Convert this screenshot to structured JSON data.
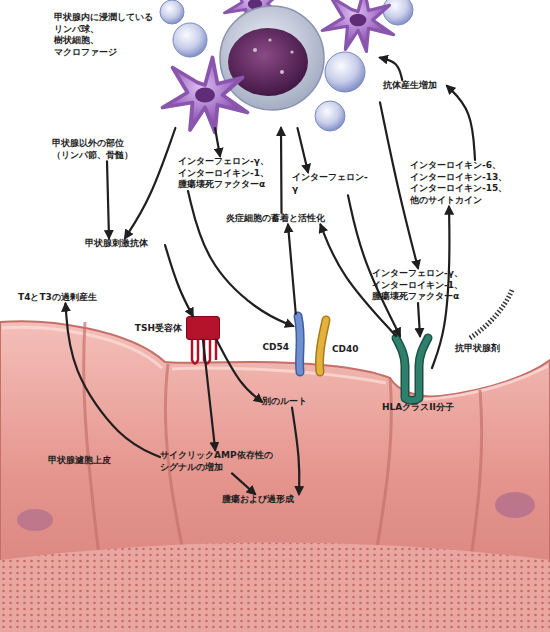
{
  "diagram": {
    "nodes": [
      {
        "text": [
          "甲状腺内に浸潤している リンパ球、 樹状細胞、 マクロファージ"
        ]
      },
      {
        "text": [
          "抗体産生増加"
        ]
      },
      {
        "text": [
          "甲状腺以外の部位 （リンパ節、骨髄）"
        ]
      },
      {
        "text": [
          "インターフェロン-γ、 インターロイキン-1、 腫瘍壊死ファクターα"
        ]
      },
      {
        "text": [
          "インターフェロン-γ"
        ]
      },
      {
        "text": [
          "インターロイキン-6、 インターロイキン-13、 インターロイキン-15、 他のサイトカイン"
        ]
      },
      {
        "text": [
          "炎症細胞の蓄着と活性化"
        ]
      },
      {
        "text": [
          "インターフェロン-γ、 インターロイキン-1、 腫瘍壊死ファクターα"
        ]
      },
      {
        "text": [
          "甲状腺刺激抗体"
        ]
      },
      {
        "text": [
          "T4とT3の過剰産生"
        ]
      },
      {
        "text": [
          "TSH受容体"
        ]
      },
      {
        "text": [
          "CD54"
        ]
      },
      {
        "text": [
          "CD40"
        ]
      },
      {
        "text": [
          "HLAクラスII分子"
        ]
      },
      {
        "text": [
          "別のルート"
        ]
      },
      {
        "text": [
          "サイクリックAMP依存性の シグナルの増加"
        ]
      },
      {
        "text": [
          "腫瘍および過形成"
        ]
      }
    ],
    "edges": [
      {
        "from": 0,
        "to": 8,
        "arrow": "to"
      },
      {
        "from": 2,
        "to": 8,
        "arrow": "to"
      },
      {
        "from": 0,
        "to": 3,
        "arrow": "to"
      },
      {
        "from": 0,
        "to": 4,
        "arrow": "to"
      },
      {
        "from": 0,
        "to": 7,
        "arrow": "to"
      },
      {
        "from": 1,
        "to": 0,
        "arrow": "to"
      },
      {
        "from": 5,
        "to": 1,
        "arrow": "to"
      },
      {
        "from": 13,
        "to": 5,
        "arrow": "to"
      },
      {
        "from": 3,
        "to": 11,
        "arrow": "to"
      },
      {
        "from": 4,
        "to": 13,
        "arrow": "to"
      },
      {
        "from": 7,
        "to": 13,
        "arrow": "to"
      },
      {
        "from": 11,
        "to": 6,
        "arrow": "to"
      },
      {
        "from": 13,
        "to": 6,
        "arrow": "to"
      },
      {
        "from": 6,
        "to": 0,
        "arrow": "to"
      },
      {
        "from": 8,
        "to": 10,
        "arrow": "to"
      },
      {
        "from": 10,
        "to": 15,
        "arrow": "to"
      },
      {
        "from": 10,
        "to": 14,
        "arrow": "to"
      },
      {
        "from": 15,
        "to": 16,
        "arrow": "to"
      },
      {
        "from": 14,
        "to": 16,
        "arrow": "to"
      },
      {
        "from": 15,
        "to": 9,
        "arrow": "to"
      }
    ],
    "labels": [
      "抗甲状腺剤",
      "甲状腺濾胞上皮"
    ]
  }
}
